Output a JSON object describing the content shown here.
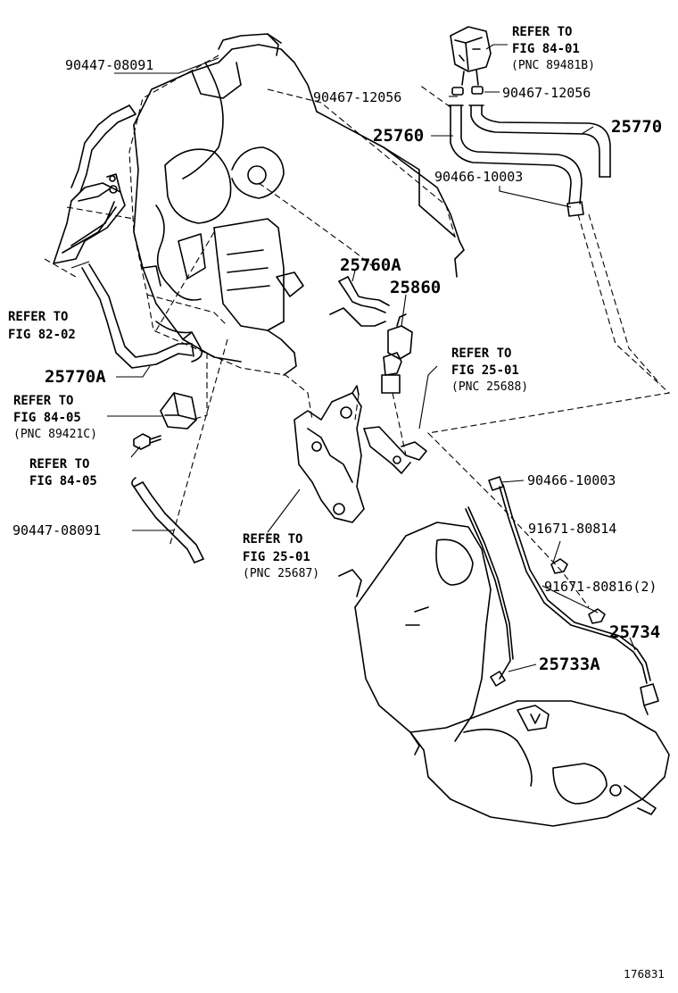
{
  "callouts": {
    "p1": "90447-08091",
    "p2": "90467-12056",
    "p3": "90467-12056",
    "p4": "25760",
    "p5": "25770",
    "p6": "90466-10003",
    "p7": "25760A",
    "p8": "25860",
    "p9": "25770A",
    "p10": "90466-10003",
    "p11": "91671-80814",
    "p12": "91671-80816(2)",
    "p13": "25734",
    "p14": "25733A",
    "p15": "90447-08091"
  },
  "refs": {
    "r1": {
      "line1": "REFER TO",
      "line2": "FIG 84-01",
      "pnc": "(PNC 89481B)"
    },
    "r2": {
      "line1": "REFER TO",
      "line2": "FIG 82-02"
    },
    "r3": {
      "line1": "REFER TO",
      "line2": "FIG 25-01",
      "pnc": "(PNC 25688)"
    },
    "r4": {
      "line1": "REFER TO",
      "line2": "FIG 84-05",
      "pnc": "(PNC 89421C)"
    },
    "r5": {
      "line1": "REFER TO",
      "line2": "FIG 84-05"
    },
    "r6": {
      "line1": "REFER TO",
      "line2": "FIG 25-01",
      "pnc": "(PNC 25687)"
    }
  },
  "illustration_id": "176831"
}
